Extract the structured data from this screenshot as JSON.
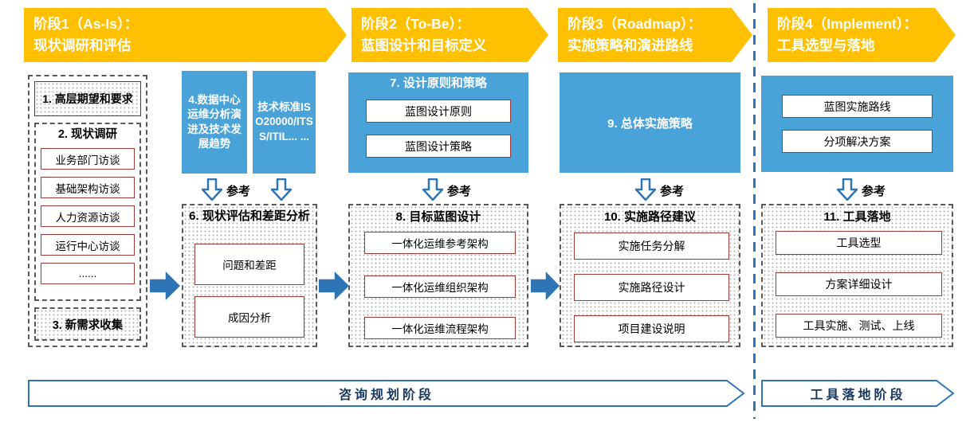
{
  "colors": {
    "phase_yellow": "#FFC000",
    "box_blue": "#4AA3D8",
    "arrow_blue": "#2E75B6",
    "item_border_red": "#9C3A38"
  },
  "phases": [
    {
      "line1": "阶段1（As-Is）：",
      "line2": "现状调研和评估"
    },
    {
      "line1": "阶段2（To-Be）：",
      "line2": "蓝图设计和目标定义"
    },
    {
      "line1": "阶段3（Roadmap）：",
      "line2": "实施策略和演进路线"
    },
    {
      "line1": "阶段4（Implement）：",
      "line2": "工具选型与落地"
    }
  ],
  "col1": {
    "box1": "1. 高层期望和要求",
    "survey_title": "2. 现状调研",
    "survey_items": [
      "业务部门访谈",
      "基础架构访谈",
      "人力资源访谈",
      "运行中心访谈",
      "......"
    ],
    "box3": "3. 新需求收集"
  },
  "col2": {
    "trend_box": "4.数据中心运维分析演进及技术发展趋势",
    "standard_box": "技术标准ISO20000/ITSS/ITIL... ...",
    "ref_label": "参考",
    "gap_title": "6. 现状评估和差距分析",
    "gap_items": [
      "问题和差距",
      "成因分析"
    ]
  },
  "col3": {
    "principle_title": "7. 设计原则和策略",
    "principle_items": [
      "蓝图设计原则",
      "蓝图设计策略"
    ],
    "ref_label": "参考",
    "blueprint_title": "8. 目标蓝图设计",
    "blueprint_items": [
      "一体化运维参考架构",
      "一体化运维组织架构",
      "一体化运维流程架构"
    ]
  },
  "col4": {
    "strategy_box": "9. 总体实施策略",
    "ref_label": "参考",
    "path_title": "10. 实施路径建议",
    "path_items": [
      "实施任务分解",
      "实施路径设计",
      "项目建设说明"
    ]
  },
  "col5": {
    "blue_items": [
      "蓝图实施路线",
      "分项解决方案"
    ],
    "ref_label": "参考",
    "tool_title": "11. 工具落地",
    "tool_items": [
      "工具选型",
      "方案详细设计",
      "工具实施、测试、上线"
    ]
  },
  "footer": {
    "left": "咨询规划阶段",
    "right": "工具落地阶段"
  }
}
